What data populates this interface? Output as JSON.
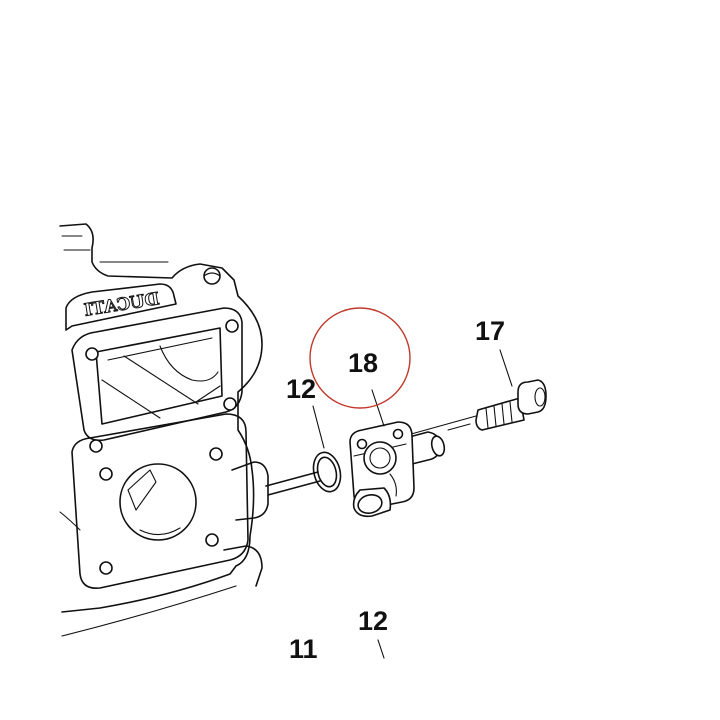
{
  "callouts": {
    "part_18": "18",
    "part_17": "17",
    "part_12_upper": "12",
    "part_12_lower": "12",
    "part_11": "11"
  },
  "engraving": "DUCATI",
  "colors": {
    "line": "#111111",
    "highlight_circle": "#c0392b",
    "background": "#ffffff"
  }
}
